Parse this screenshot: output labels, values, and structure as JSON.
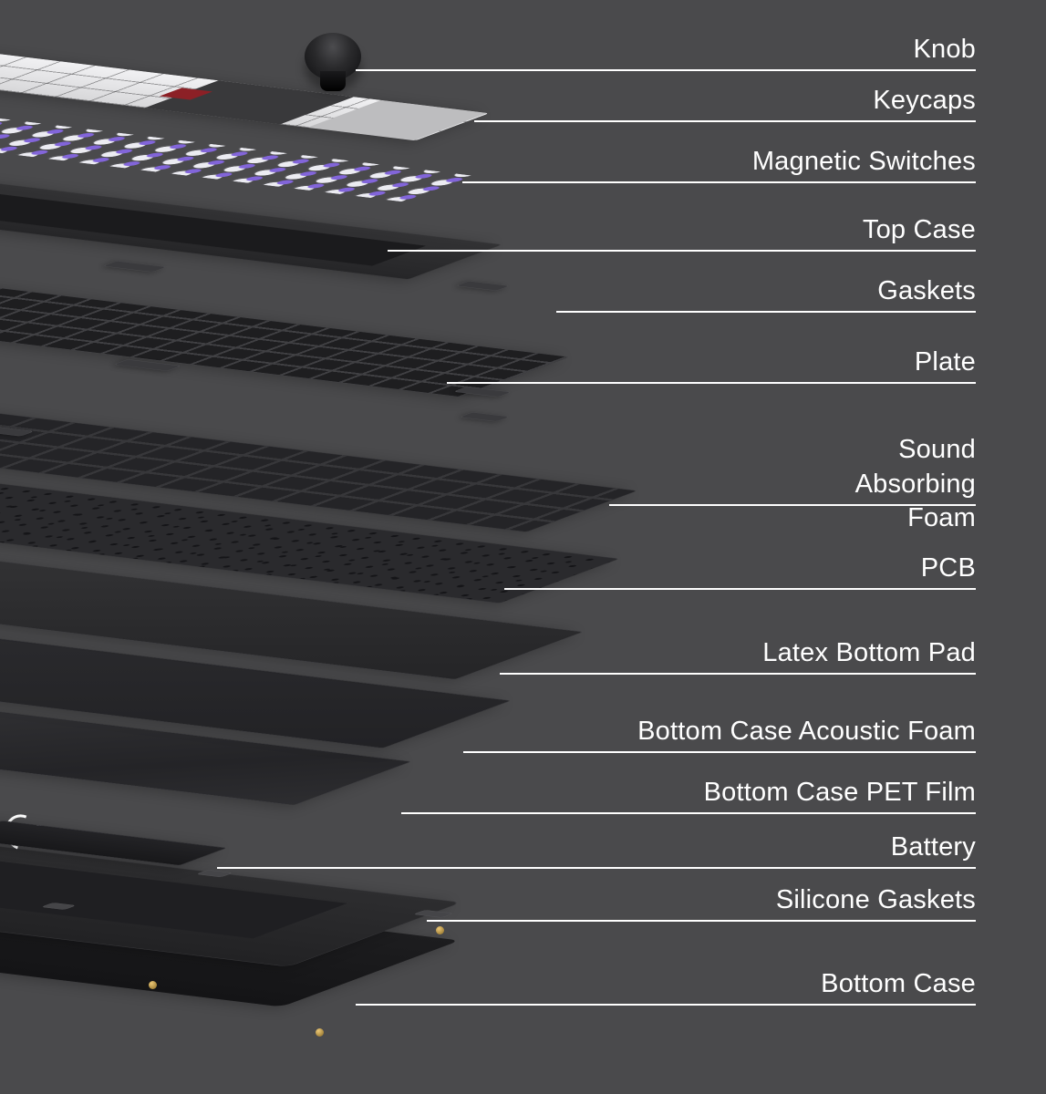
{
  "colors": {
    "background": "#4a4a4c",
    "label_text": "#ffffff",
    "callout_line": "#ffffff",
    "switch_accent": "#8265da",
    "keycap_light": "#e4e4e6",
    "case_dark": "#29292b"
  },
  "diagram": {
    "subject": "keyboard-exploded-view"
  },
  "labels": [
    {
      "id": "knob",
      "text": "Knob"
    },
    {
      "id": "keycaps",
      "text": "Keycaps"
    },
    {
      "id": "magnetic-switches",
      "text": "Magnetic Switches"
    },
    {
      "id": "top-case",
      "text": "Top Case"
    },
    {
      "id": "gaskets",
      "text": "Gaskets"
    },
    {
      "id": "plate",
      "text": "Plate"
    },
    {
      "id": "sound-absorbing-foam",
      "text": "Sound Absorbing Foam"
    },
    {
      "id": "pcb",
      "text": "PCB"
    },
    {
      "id": "latex-bottom-pad",
      "text": "Latex Bottom Pad"
    },
    {
      "id": "bottom-case-acoustic-foam",
      "text": "Bottom Case Acoustic Foam"
    },
    {
      "id": "bottom-case-pet-film",
      "text": "Bottom Case PET Film"
    },
    {
      "id": "battery",
      "text": "Battery"
    },
    {
      "id": "silicone-gaskets",
      "text": "Silicone Gaskets"
    },
    {
      "id": "bottom-case",
      "text": "Bottom Case"
    }
  ]
}
